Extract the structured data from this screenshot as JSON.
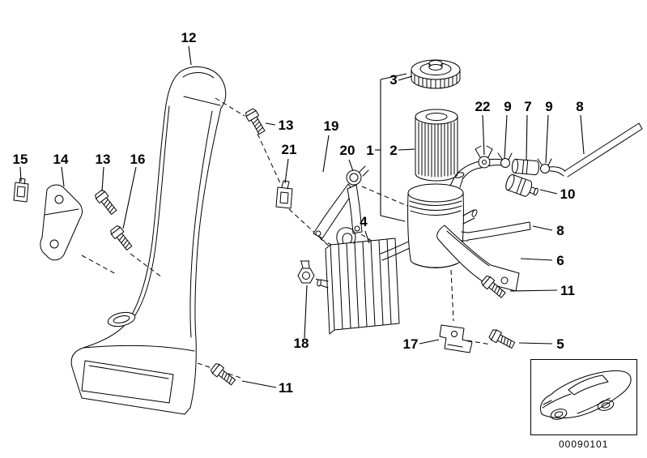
{
  "diagram": {
    "drawing_number": "00090101",
    "colors": {
      "line": "#000000",
      "background": "#ffffff"
    },
    "inset": {
      "icon": "car-icon"
    },
    "callouts": [
      {
        "label": "12"
      },
      {
        "label": "15"
      },
      {
        "label": "14"
      },
      {
        "label": "13"
      },
      {
        "label": "16"
      },
      {
        "label": "13"
      },
      {
        "label": "21"
      },
      {
        "label": "19"
      },
      {
        "label": "20"
      },
      {
        "label": "1"
      },
      {
        "label": "2"
      },
      {
        "label": "3"
      },
      {
        "label": "22"
      },
      {
        "label": "9"
      },
      {
        "label": "7"
      },
      {
        "label": "9"
      },
      {
        "label": "8"
      },
      {
        "label": "10"
      },
      {
        "label": "8"
      },
      {
        "label": "6"
      },
      {
        "label": "11"
      },
      {
        "label": "5"
      },
      {
        "label": "17"
      },
      {
        "label": "18"
      },
      {
        "label": "11"
      },
      {
        "label": "4"
      }
    ]
  }
}
